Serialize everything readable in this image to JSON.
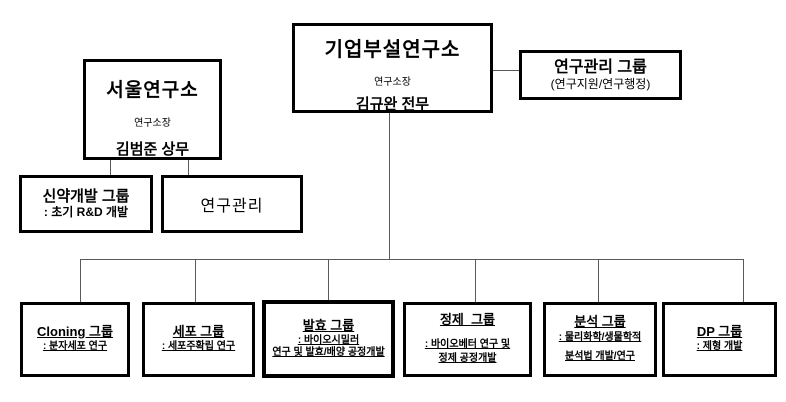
{
  "org_chart": {
    "root": {
      "title": "기업부설연구소",
      "role": "연구소장",
      "person": "김규완 전무"
    },
    "admin_group": {
      "title": "연구관리 그룹",
      "subtitle": "(연구지원/연구행정)"
    },
    "seoul": {
      "title": "서울연구소",
      "role": "연구소장",
      "person": "김범준 상무"
    },
    "drug_dev": {
      "title": "신약개발 그룹",
      "subtitle": ": 초기 R&D 개발"
    },
    "research_mgmt": {
      "title": "연구관리"
    },
    "groups": [
      {
        "title": "Cloning 그룹",
        "line1": ": 분자세포 연구"
      },
      {
        "title": "세포 그룹",
        "line1": ": 세포주확립 연구"
      },
      {
        "title": "발효 그룹",
        "line1": ": 바이오시밀러",
        "line2": "연구 및 발효/배양 공정개발"
      },
      {
        "title": "정제  그룹",
        "line1": ": 바이오베터 연구 및",
        "line2": "정제 공정개발"
      },
      {
        "title": "분석 그룹",
        "line1": ": 물리화학/생물학적",
        "line2": "분석법 개발/연구"
      },
      {
        "title": "DP 그룹",
        "line1": ": 제형 개발"
      }
    ]
  }
}
